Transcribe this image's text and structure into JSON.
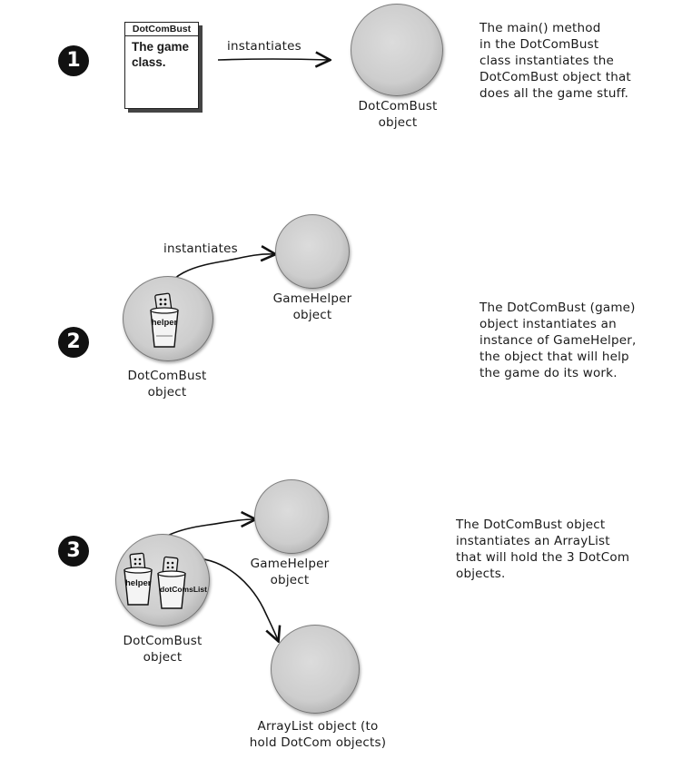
{
  "step1": {
    "number": "1",
    "class_box_title": "DotComBust",
    "class_box_body": "The game\nclass.",
    "arrow_label": "instantiates",
    "object_label": "DotComBust\nobject",
    "description": "The main() method\nin the DotComBust\nclass instantiates the\nDotComBust object that\ndoes all the game stuff."
  },
  "step2": {
    "number": "2",
    "arrow_label": "instantiates",
    "cup_label": "helper",
    "target_label": "GameHelper\nobject",
    "source_label": "DotComBust\nobject",
    "description": "The DotComBust (game)\nobject instantiates an\ninstance of GameHelper,\nthe object that will help\nthe game do its work."
  },
  "step3": {
    "number": "3",
    "cup1_label": "helper",
    "cup2_label": "dotComsList",
    "helper_label": "GameHelper\nobject",
    "source_label": "DotComBust\nobject",
    "arraylist_label": "ArrayList object (to\nhold DotCom objects)",
    "description": "The DotComBust object\ninstantiates an ArrayList\nthat will hold the 3 DotCom\nobjects."
  }
}
